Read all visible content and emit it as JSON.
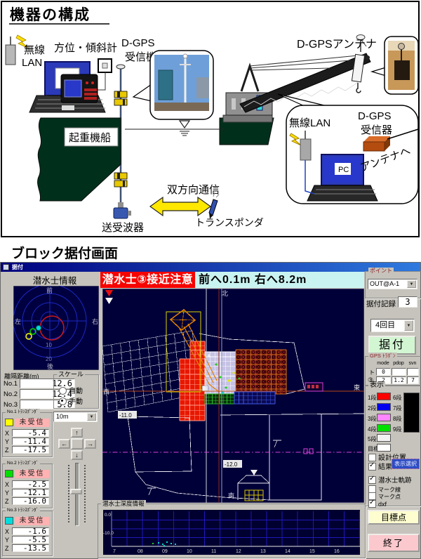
{
  "icons": {
    "check": "✓",
    "dropdown": "▼",
    "up": "↑",
    "down": "↓",
    "left": "←",
    "right": "→"
  },
  "diagram": {
    "title": "機器の構成",
    "wireless_lan_line1": "無線",
    "wireless_lan_line2": "LAN",
    "pc_left": "PC",
    "compass_label": "方位・傾斜計",
    "dgps_rx_left_line1": "D-GPS",
    "dgps_rx_left_line2": "受信機",
    "dgps_antenna_label": "D-GPSアンテナ",
    "crane_ship_label": "起重機船",
    "wireless_lan_right": "無線LAN",
    "dgps_rx_right_line1": "D-GPS",
    "dgps_rx_right_line2": "受信器",
    "to_antenna_label": "アンテナへ",
    "pc_right": "PC",
    "bidirectional_label": "双方向通信",
    "transducer_label": "送受波器",
    "transponder_label": "トランスポンダ"
  },
  "screen": {
    "section_title": "ブロック据付画面",
    "window_title": "据付",
    "diver_panel": {
      "heading": "潜水士情報",
      "radar": {
        "front": "前",
        "left": "左",
        "right": "右",
        "back": "後",
        "ring10": "10",
        "ring20": "20"
      },
      "distance_label": "離隔距離(m)",
      "distance_rows": [
        {
          "no": "No.1",
          "value": "12.6"
        },
        {
          "no": "No.2",
          "value": "12.4"
        },
        {
          "no": "No.3",
          "value": "5.8"
        }
      ],
      "scale": {
        "label": "スケール",
        "auto": "自動",
        "manual": "手動",
        "auto_checked": false,
        "manual_checked": true,
        "range": "10m"
      },
      "transponders": [
        {
          "title": "No.1 ﾄﾗﾝｽﾎﾟﾝﾀﾞ",
          "color": "#ffff00",
          "status": "未受信",
          "rows": [
            {
              "axis": "X",
              "value": "-5.4"
            },
            {
              "axis": "Y",
              "value": "-11.4"
            },
            {
              "axis": "Z",
              "value": "-17.5"
            }
          ]
        },
        {
          "title": "No.2 ﾄﾗﾝｽﾎﾟﾝﾀﾞ",
          "color": "#00dd00",
          "status": "未受信",
          "rows": [
            {
              "axis": "X",
              "value": "-2.5"
            },
            {
              "axis": "Y",
              "value": "-12.1"
            },
            {
              "axis": "Z",
              "value": "-16.0"
            }
          ]
        },
        {
          "title": "No.3 ﾄﾗﾝｽﾎﾟﾝﾀﾞ",
          "color": "#00dddd",
          "status": "未受信",
          "rows": [
            {
              "axis": "X",
              "value": "-1.6"
            },
            {
              "axis": "Y",
              "value": "-5.5"
            },
            {
              "axis": "Z",
              "value": "-13.5"
            }
          ]
        }
      ]
    },
    "alert": {
      "warning": "潜水士③接近注意",
      "guidance": "前へ0.1m  右へ8.2m"
    },
    "map_labels": {
      "north": "北",
      "south": "南",
      "east": "東",
      "west": "西",
      "depth_a": "-11.0",
      "depth_b": "-12.0"
    },
    "point_panel": {
      "label": "ポイント",
      "value": "OUT@A-1",
      "record_label": "据付記録",
      "record_value": "3",
      "attempt_value": "4回目",
      "install_button": "据付"
    },
    "gps_panel": {
      "label": "GPS ﾄﾗﾎﾟﾝ",
      "headers": [
        "mode",
        "pdop",
        "svn"
      ],
      "rows": [
        {
          "name": "ト",
          "mode": "0",
          "pdop": "",
          "svn": ""
        },
        {
          "name": "③",
          "mode": "2",
          "pdop": "1.2",
          "svn": "7"
        }
      ]
    },
    "display_panel": {
      "label": "表示",
      "legend_left": [
        {
          "label": "1段",
          "color": "#ff0000"
        },
        {
          "label": "2段",
          "color": "#0000ee"
        },
        {
          "label": "3段",
          "color": "#ff86ff"
        },
        {
          "label": "4段",
          "color": "#00e000"
        },
        {
          "label": "5段",
          "color": "#f2f2f2"
        },
        {
          "label": "目標",
          "color": "#ffffff"
        }
      ],
      "legend_right": [
        {
          "label": "6段"
        },
        {
          "label": "7段"
        },
        {
          "label": "8段"
        },
        {
          "label": "9段"
        }
      ],
      "legend_right_color": "#000000",
      "checkbox_design": {
        "label": "設計位置",
        "checked": false
      },
      "checkbox_result": {
        "label": "結果",
        "checked": true
      },
      "select_button": "表示選択",
      "checkbox_track": {
        "label": "潜水士軌跡",
        "checked": true
      },
      "checkbox_markline": {
        "label": "マーク線",
        "checked": false
      },
      "checkbox_markpoint": {
        "label": "マーク点",
        "checked": false
      },
      "checkbox_dxf": {
        "label": "dxf",
        "checked": true
      }
    },
    "action_buttons": {
      "target": "目標点",
      "exit": "終了"
    },
    "depth_panel": {
      "label": "潜水士深度情報",
      "y_top": "0.0",
      "y_mid": "-10.0",
      "ticks": [
        "7",
        "08",
        "09",
        "10",
        "11",
        "12",
        "13",
        "14",
        "15",
        "16"
      ]
    }
  }
}
